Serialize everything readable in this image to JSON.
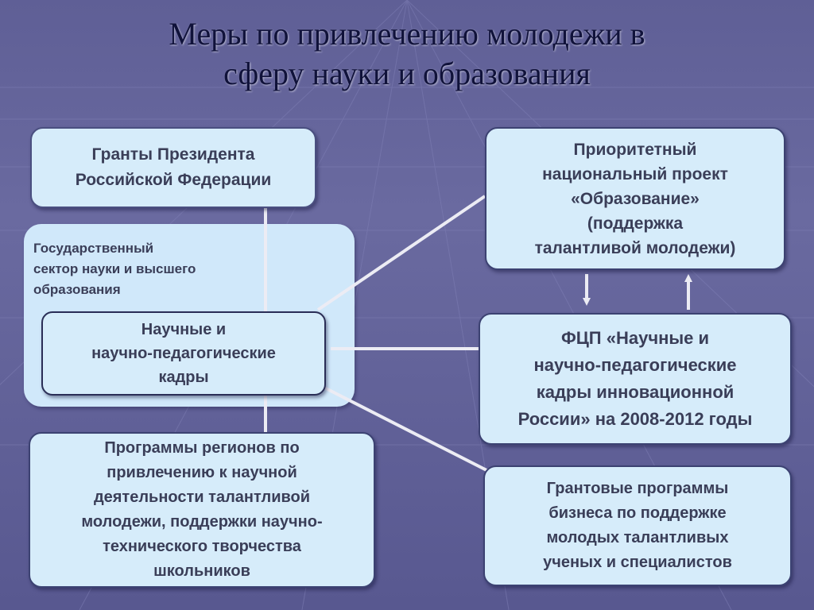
{
  "title": {
    "line1": "Меры по привлечению молодежи в",
    "line2": "сферу науки и образования"
  },
  "nodes": {
    "grants_president": {
      "lines": [
        "Гранты Президента",
        "Российской Федерации"
      ]
    },
    "priority_project": {
      "lines": [
        "Приоритетный",
        "национальный проект",
        "«Образование»",
        "(поддержка",
        "талантливой молодежи)"
      ]
    },
    "state_sector": {
      "lines": [
        "Государственный",
        "сектор науки и высшего",
        "образования"
      ]
    },
    "cadres": {
      "lines": [
        "Научные и",
        "научно-педагогические",
        "кадры"
      ]
    },
    "fcp": {
      "lines": [
        "ФЦП «Научные и",
        "научно-педагогические",
        "кадры инновационной",
        "России» на 2008-2012 годы"
      ]
    },
    "regional_programs": {
      "lines": [
        "Программы регионов по",
        "привлечению к научной",
        "деятельности талантливой",
        "молодежи, поддержки научно-",
        "технического творчества",
        "школьников"
      ]
    },
    "business_grants": {
      "lines": [
        "Грантовые программы",
        "бизнеса по поддержке",
        "молодых талантливых",
        "ученых и специалистов"
      ]
    }
  },
  "colors": {
    "background": "#6464a0",
    "box_fill": "#d6ecfa",
    "box_border": "#3c4272",
    "text": "#3a3e58",
    "title": "#10123a",
    "connector": "#ececf4"
  }
}
